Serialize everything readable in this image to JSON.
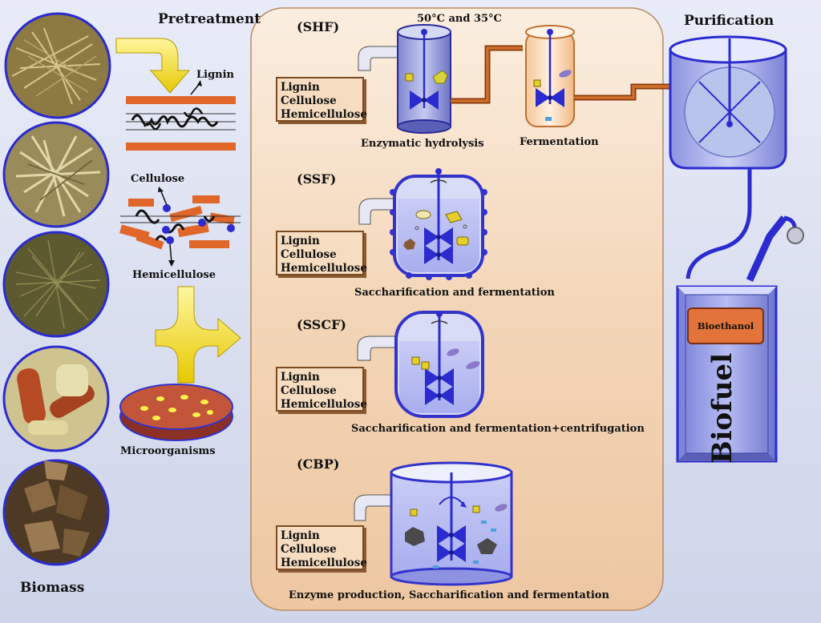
{
  "labels": {
    "pretreatment": "Pretreatment",
    "purification": "Purification",
    "biomass": "Biomass",
    "lignin": "Lignin",
    "cellulose": "Cellulose",
    "hemicellulose": "Hemicellulose",
    "microorganisms": "Microorganisms",
    "temperature": "50°C and 35°C",
    "bioethanol": "Bioethanol",
    "biofuel": "Biofuel"
  },
  "processes": [
    {
      "code": "(SHF)",
      "step1": "Enzymatic hydrolysis",
      "step2": "Fermentation"
    },
    {
      "code": "(SSF)",
      "caption": "Saccharification and fermentation"
    },
    {
      "code": "(SSCF)",
      "caption": "Saccharification and fermentation+centrifugation"
    },
    {
      "code": "(CBP)",
      "caption": "Enzyme production, Saccharification and fermentation"
    }
  ],
  "feedstock_box": {
    "line1": "Lignin",
    "line2": "Cellulose",
    "line3": "Hemicellulose"
  },
  "colors": {
    "panel": "#f2d4b4",
    "vessel_blue": "#3333cc",
    "pipe_brown": "#b8561c",
    "arrow_yellow": "#f0dc20",
    "lignin_orange": "#e0662a"
  },
  "icons": [
    "biomass-photo",
    "arrow-icon",
    "vessel-icon",
    "impeller-icon",
    "fuel-pump-icon"
  ]
}
